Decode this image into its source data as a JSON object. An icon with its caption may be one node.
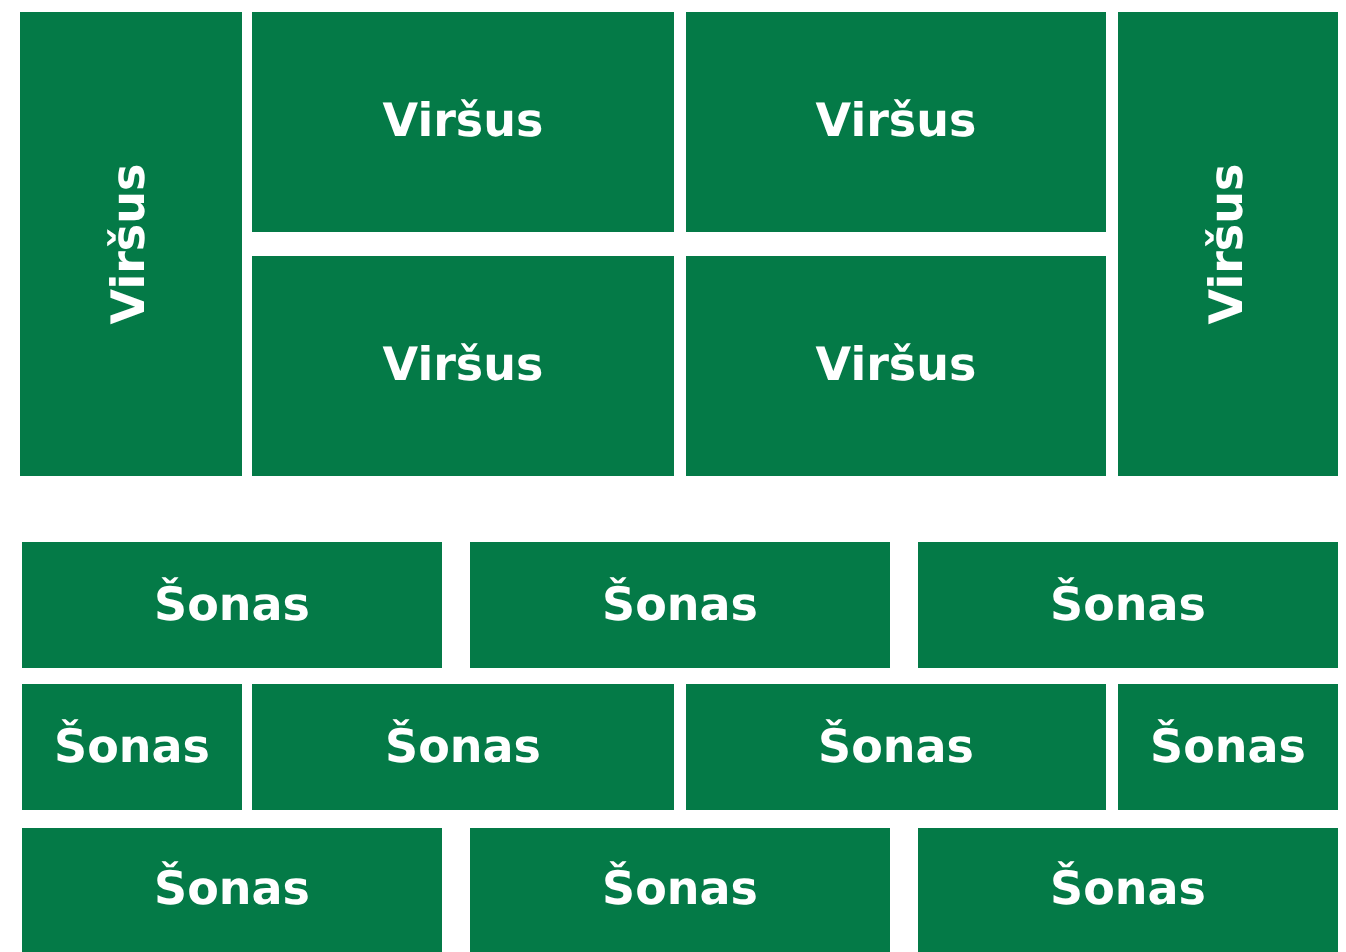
{
  "diagram": {
    "nodes": [
      {
        "text": [
          "Viršus"
        ]
      },
      {
        "text": [
          "Viršus"
        ]
      },
      {
        "text": [
          "Viršus"
        ]
      },
      {
        "text": [
          "Viršus"
        ]
      },
      {
        "text": [
          "Viršus"
        ]
      },
      {
        "text": [
          "Viršus"
        ]
      },
      {
        "text": [
          "Šonas"
        ]
      },
      {
        "text": [
          "Šonas"
        ]
      },
      {
        "text": [
          "Šonas"
        ]
      },
      {
        "text": [
          "Šonas"
        ]
      },
      {
        "text": [
          "Šonas"
        ]
      },
      {
        "text": [
          "Šonas"
        ]
      },
      {
        "text": [
          "Šonas"
        ]
      },
      {
        "text": [
          "Šonas"
        ]
      },
      {
        "text": [
          "Šonas"
        ]
      },
      {
        "text": [
          "Šonas"
        ]
      }
    ]
  }
}
